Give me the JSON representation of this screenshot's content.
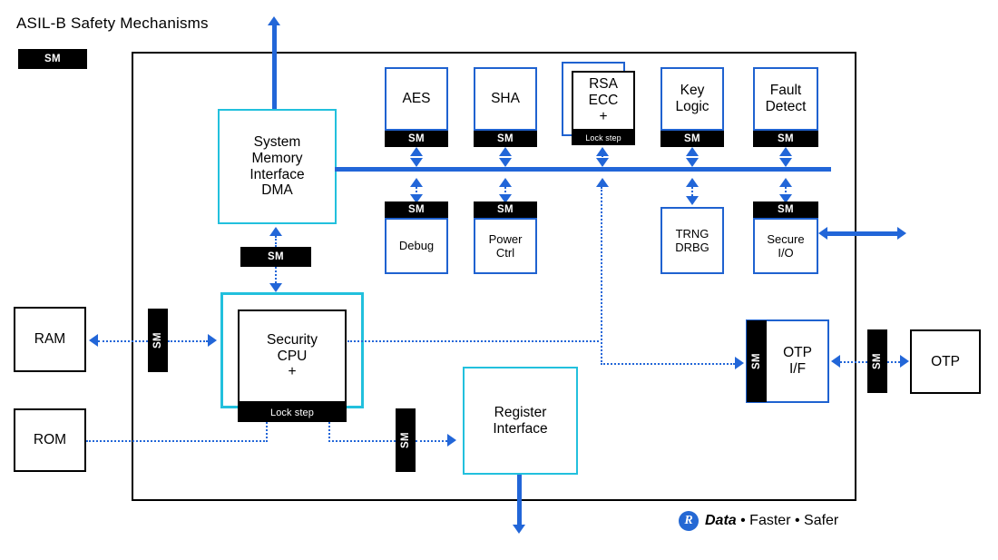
{
  "title": "ASIL-B Safety Mechanisms",
  "legend": {
    "sm_label": "SM"
  },
  "labels": {
    "sm": "SM",
    "lock_step": "Lock step"
  },
  "colors": {
    "blue": "#1f62d0",
    "bus_blue": "#2266d8",
    "cyan": "#22c0dd",
    "black": "#000000",
    "logo_blue": "#2468d4"
  },
  "crypto_row": [
    {
      "name": "aes",
      "label": "AES",
      "sm": "SM",
      "style": "blue"
    },
    {
      "name": "sha",
      "label": "SHA",
      "sm": "SM",
      "style": "blue"
    },
    {
      "name": "rsa-ecc",
      "label": "RSA\nECC\n+",
      "sm": "Lock step",
      "style": "lockstep"
    },
    {
      "name": "key-logic",
      "label": "Key\nLogic",
      "sm": "SM",
      "style": "blue"
    },
    {
      "name": "fault-detect",
      "label": "Fault\nDetect",
      "sm": "SM",
      "style": "blue"
    }
  ],
  "peripheral_row": [
    {
      "name": "debug",
      "label": "Debug",
      "sm": "SM",
      "has_sm": true
    },
    {
      "name": "power-ctrl",
      "label": "Power\nCtrl",
      "sm": "SM",
      "has_sm": true
    },
    {
      "name": "trng-drbg",
      "label": "TRNG\nDRBG",
      "sm": "",
      "has_sm": false
    },
    {
      "name": "secure-io",
      "label": "Secure\nI/O",
      "sm": "SM",
      "has_sm": true
    }
  ],
  "blocks": {
    "dma": {
      "label": "System\nMemory\nInterface\nDMA",
      "line1": "System",
      "line2": "Memory",
      "line3": "Interface",
      "line4": "DMA"
    },
    "dma_sm": {
      "label": "SM"
    },
    "cpu": {
      "line1": "Security",
      "line2": "CPU",
      "line3": "+",
      "lock": "Lock step"
    },
    "regif": {
      "line1": "Register",
      "line2": "Interface"
    },
    "regif_sm": {
      "label": "SM"
    },
    "otp_if": {
      "line1": "OTP",
      "line2": "I/F",
      "sm": "SM"
    },
    "otp_ext": {
      "label": "OTP",
      "sm": "SM"
    },
    "ram": {
      "label": "RAM",
      "sm": "SM"
    },
    "rom": {
      "label": "ROM"
    }
  },
  "branding": {
    "mark": "R",
    "tagline_bold": "Data",
    "tagline_rest": " • Faster • Safer"
  }
}
